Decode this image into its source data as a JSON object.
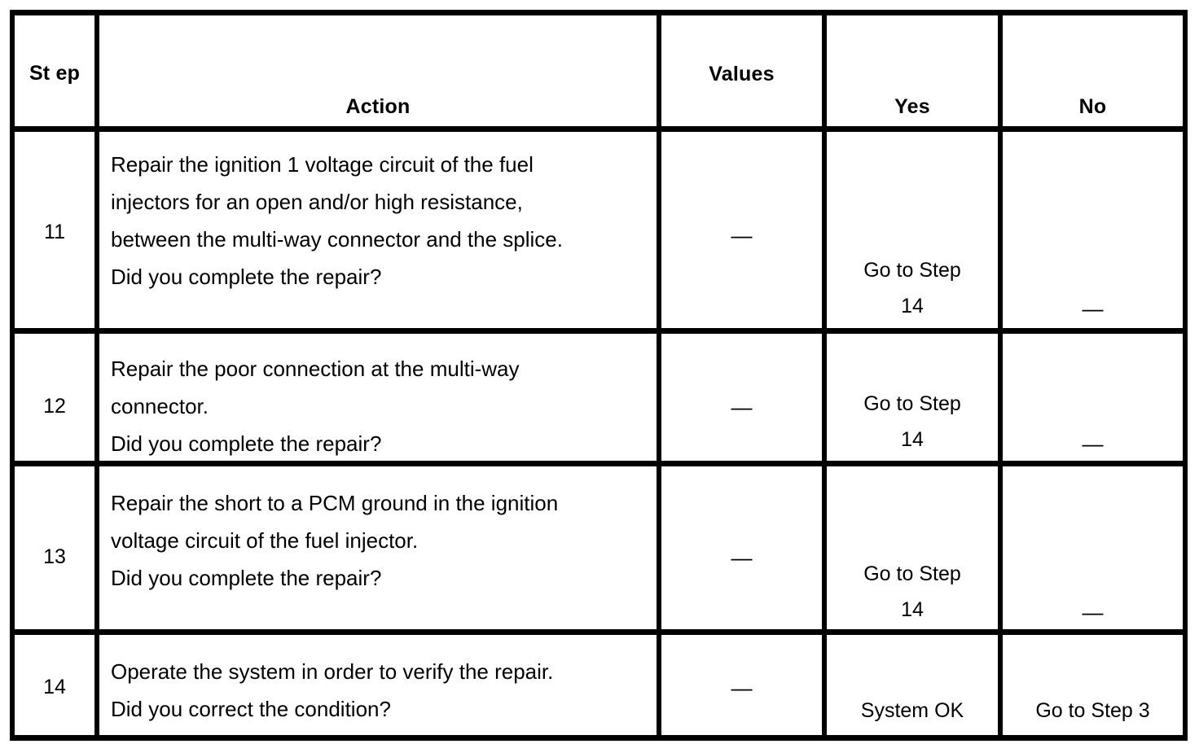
{
  "table": {
    "columns": [
      {
        "id": "step",
        "label": "St\nep",
        "label_plain": "Step"
      },
      {
        "id": "action",
        "label": "Action"
      },
      {
        "id": "values",
        "label": "Values"
      },
      {
        "id": "yes",
        "label": "Yes"
      },
      {
        "id": "no",
        "label": "No"
      }
    ],
    "rows": [
      {
        "step": "11",
        "action": "Repair the ignition 1 voltage circuit of the fuel\ninjectors for an open and/or high resistance,\nbetween the multi-way connector and the splice.\nDid you complete the repair?",
        "values": "—",
        "yes": "Go to Step\n14",
        "no": "—"
      },
      {
        "step": "12",
        "action": "Repair the poor connection at the multi-way\nconnector.\nDid you complete the repair?",
        "values": "—",
        "yes": "Go to Step\n14",
        "no": "—"
      },
      {
        "step": "13",
        "action": "Repair the short to a PCM ground in the ignition\nvoltage circuit of the fuel injector.\nDid you complete the repair?",
        "values": "—",
        "yes": "Go to Step\n14",
        "no": "—"
      },
      {
        "step": "14",
        "action": "Operate the system in order to verify the repair.\nDid you correct the condition?",
        "values": "—",
        "yes": "System OK",
        "no": "Go to Step 3"
      }
    ]
  },
  "colors": {
    "rule": "#000000",
    "text": "#000000",
    "background": "#ffffff"
  }
}
